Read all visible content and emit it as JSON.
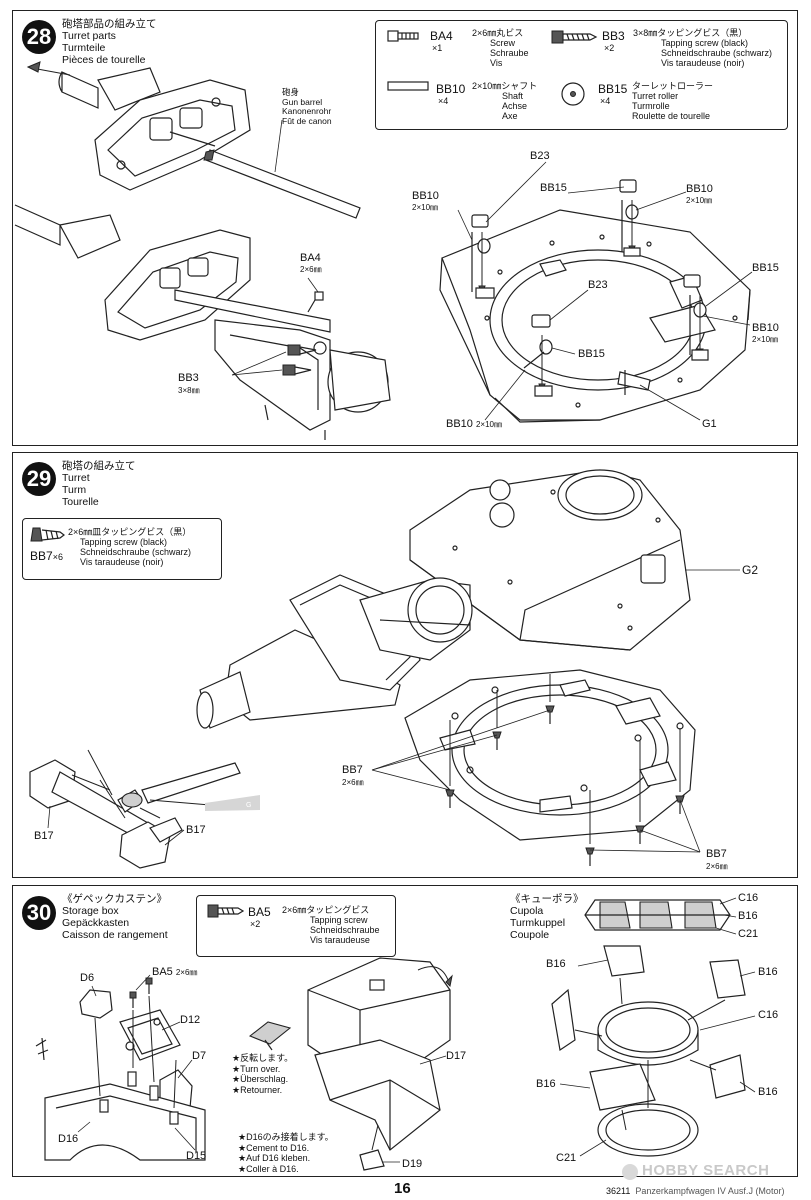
{
  "steps": [
    {
      "number": "28",
      "title_jp": "砲塔部品の組み立て",
      "title_en": "Turret parts",
      "title_de": "Turmteile",
      "title_fr": "Pièces de tourelle",
      "parts": [
        {
          "code": "BA4",
          "qty": "×1",
          "jp": "2×6㎜丸ビス",
          "en": "Screw",
          "de": "Schraube",
          "fr": "Vis"
        },
        {
          "code": "BB3",
          "qty": "×2",
          "jp": "3×8㎜タッピングビス（黒）",
          "en": "Tapping screw (black)",
          "de": "Schneidschraube (schwarz)",
          "fr": "Vis taraudeuse (noir)"
        },
        {
          "code": "BB10",
          "qty": "×4",
          "jp": "2×10㎜シャフト",
          "en": "Shaft",
          "de": "Achse",
          "fr": "Axe"
        },
        {
          "code": "BB15",
          "qty": "×4",
          "jp": "ターレットローラー",
          "en": "Turret roller",
          "de": "Turmrolle",
          "fr": "Roulette de tourelle"
        }
      ],
      "labels": {
        "gun_barrel_jp": "砲身",
        "gun_barrel_en": "Gun barrel",
        "gun_barrel_de": "Kanonenrohr",
        "gun_barrel_fr": "Fût de canon",
        "ba4": "BA4",
        "ba4_size": "2×6㎜",
        "bb3": "BB3",
        "bb3_size": "3×8㎜",
        "b23_top": "B23",
        "bb15_top": "BB15",
        "bb10_left": "BB10",
        "bb10_left_size": "2×10㎜",
        "bb10_right": "BB10",
        "bb10_right_size": "2×10㎜",
        "bb15_right": "BB15",
        "b23_mid": "B23",
        "bb10_mid_right": "BB10",
        "bb10_mid_right_size": "2×10㎜",
        "bb15_mid": "BB15",
        "bb10_bottom": "BB10",
        "bb10_bottom_size": "2×10㎜",
        "g1": "G1"
      }
    },
    {
      "number": "29",
      "title_jp": "砲塔の組み立て",
      "title_en": "Turret",
      "title_de": "Turm",
      "title_fr": "Tourelle",
      "parts": [
        {
          "code": "BB7",
          "qty": "×6",
          "jp": "2×6㎜皿タッピングビス（黒）",
          "en": "Tapping screw (black)",
          "de": "Schneidschraube (schwarz)",
          "fr": "Vis taraudeuse (noir)"
        }
      ],
      "labels": {
        "g2": "G2",
        "g_marker": "G",
        "bb7_left": "BB7",
        "bb7_left_size": "2×6㎜",
        "bb7_right": "BB7",
        "bb7_right_size": "2×6㎜",
        "b17_left": "B17",
        "b17_right": "B17"
      }
    },
    {
      "number": "30",
      "title_jp": "《ゲペックカステン》",
      "title_en": "Storage box",
      "title_de": "Gepäckkasten",
      "title_fr": "Caisson de rangement",
      "parts": [
        {
          "code": "BA5",
          "qty": "×2",
          "jp": "2×6㎜タッピングビス",
          "en": "Tapping screw",
          "de": "Schneidschraube",
          "fr": "Vis taraudeuse"
        }
      ],
      "labels": {
        "d6": "D6",
        "ba5": "BA5",
        "ba5_size": "2×6㎜",
        "d12": "D12",
        "d7": "D7",
        "d16": "D16",
        "d15": "D15",
        "d17": "D17",
        "d19": "D19",
        "turn_jp": "★反転します。",
        "turn_en": "★Turn over.",
        "turn_de": "★Überschlag.",
        "turn_fr": "★Retourner.",
        "cement_jp": "★D16のみ接着します。",
        "cement_en": "★Cement to D16.",
        "cement_de": "★Auf D16 kleben.",
        "cement_fr": "★Coller à D16.",
        "cupola_jp": "《キューポラ》",
        "cupola_en": "Cupola",
        "cupola_de": "Turmkuppel",
        "cupola_fr": "Coupole",
        "c16_top": "C16",
        "b16_top": "B16",
        "c21_top": "C21",
        "b16_left": "B16",
        "b16_right": "B16",
        "c16_mid": "C16",
        "c21_left": "C21",
        "b16_bl": "B16",
        "b16_br": "B16"
      }
    }
  ],
  "footer": {
    "page_number": "16",
    "code": "36211",
    "model": "Panzerkampfwagen IV Ausf.J (Motor)"
  },
  "watermark": "HOBBY SEARCH"
}
